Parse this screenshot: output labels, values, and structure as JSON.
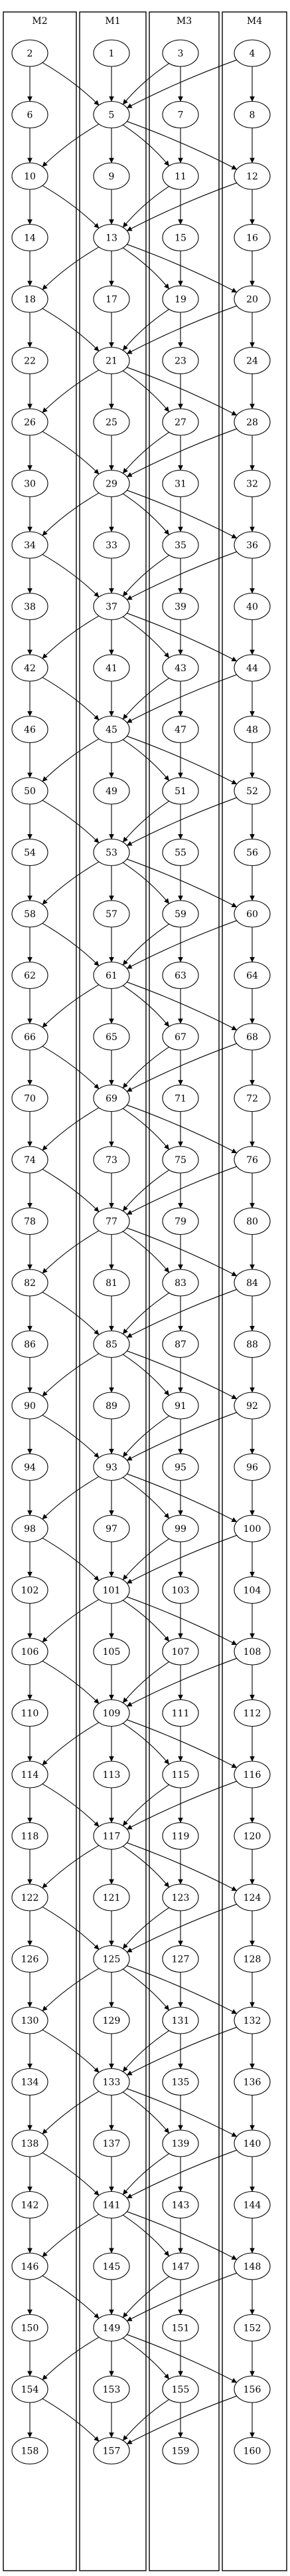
{
  "lanes": [
    {
      "id": "M2",
      "label": "M2"
    },
    {
      "id": "M1",
      "label": "M1"
    },
    {
      "id": "M3",
      "label": "M3"
    },
    {
      "id": "M4",
      "label": "M4"
    }
  ],
  "nodes": [
    {
      "id": 1,
      "lane": "M1"
    },
    {
      "id": 2,
      "lane": "M2"
    },
    {
      "id": 3,
      "lane": "M3"
    },
    {
      "id": 4,
      "lane": "M4"
    },
    {
      "id": 5,
      "lane": "M1"
    },
    {
      "id": 6,
      "lane": "M2"
    },
    {
      "id": 7,
      "lane": "M3"
    },
    {
      "id": 8,
      "lane": "M4"
    },
    {
      "id": 9,
      "lane": "M1"
    },
    {
      "id": 10,
      "lane": "M2"
    },
    {
      "id": 11,
      "lane": "M3"
    },
    {
      "id": 12,
      "lane": "M4"
    },
    {
      "id": 13,
      "lane": "M1"
    },
    {
      "id": 14,
      "lane": "M2"
    },
    {
      "id": 15,
      "lane": "M3"
    },
    {
      "id": 16,
      "lane": "M4"
    },
    {
      "id": 17,
      "lane": "M1"
    },
    {
      "id": 18,
      "lane": "M2"
    },
    {
      "id": 19,
      "lane": "M3"
    },
    {
      "id": 20,
      "lane": "M4"
    },
    {
      "id": 21,
      "lane": "M1"
    },
    {
      "id": 22,
      "lane": "M2"
    },
    {
      "id": 23,
      "lane": "M3"
    },
    {
      "id": 24,
      "lane": "M4"
    },
    {
      "id": 25,
      "lane": "M1"
    },
    {
      "id": 26,
      "lane": "M2"
    },
    {
      "id": 27,
      "lane": "M3"
    },
    {
      "id": 28,
      "lane": "M4"
    },
    {
      "id": 29,
      "lane": "M1"
    },
    {
      "id": 30,
      "lane": "M2"
    },
    {
      "id": 31,
      "lane": "M3"
    },
    {
      "id": 32,
      "lane": "M4"
    },
    {
      "id": 33,
      "lane": "M1"
    },
    {
      "id": 34,
      "lane": "M2"
    },
    {
      "id": 35,
      "lane": "M3"
    },
    {
      "id": 36,
      "lane": "M4"
    },
    {
      "id": 37,
      "lane": "M1"
    },
    {
      "id": 38,
      "lane": "M2"
    },
    {
      "id": 39,
      "lane": "M3"
    },
    {
      "id": 40,
      "lane": "M4"
    },
    {
      "id": 41,
      "lane": "M1"
    },
    {
      "id": 42,
      "lane": "M2"
    },
    {
      "id": 43,
      "lane": "M3"
    },
    {
      "id": 44,
      "lane": "M4"
    },
    {
      "id": 45,
      "lane": "M1"
    },
    {
      "id": 46,
      "lane": "M2"
    },
    {
      "id": 47,
      "lane": "M3"
    },
    {
      "id": 48,
      "lane": "M4"
    },
    {
      "id": 49,
      "lane": "M1"
    },
    {
      "id": 50,
      "lane": "M2"
    },
    {
      "id": 51,
      "lane": "M3"
    },
    {
      "id": 52,
      "lane": "M4"
    },
    {
      "id": 53,
      "lane": "M1"
    },
    {
      "id": 54,
      "lane": "M2"
    },
    {
      "id": 55,
      "lane": "M3"
    },
    {
      "id": 56,
      "lane": "M4"
    },
    {
      "id": 57,
      "lane": "M1"
    },
    {
      "id": 58,
      "lane": "M2"
    },
    {
      "id": 59,
      "lane": "M3"
    },
    {
      "id": 60,
      "lane": "M4"
    },
    {
      "id": 61,
      "lane": "M1"
    },
    {
      "id": 62,
      "lane": "M2"
    },
    {
      "id": 63,
      "lane": "M3"
    },
    {
      "id": 64,
      "lane": "M4"
    },
    {
      "id": 65,
      "lane": "M1"
    },
    {
      "id": 66,
      "lane": "M2"
    },
    {
      "id": 67,
      "lane": "M3"
    },
    {
      "id": 68,
      "lane": "M4"
    },
    {
      "id": 69,
      "lane": "M1"
    },
    {
      "id": 70,
      "lane": "M2"
    },
    {
      "id": 71,
      "lane": "M3"
    },
    {
      "id": 72,
      "lane": "M4"
    },
    {
      "id": 73,
      "lane": "M1"
    },
    {
      "id": 74,
      "lane": "M2"
    },
    {
      "id": 75,
      "lane": "M3"
    },
    {
      "id": 76,
      "lane": "M4"
    },
    {
      "id": 77,
      "lane": "M1"
    },
    {
      "id": 78,
      "lane": "M2"
    },
    {
      "id": 79,
      "lane": "M3"
    },
    {
      "id": 80,
      "lane": "M4"
    },
    {
      "id": 81,
      "lane": "M1"
    },
    {
      "id": 82,
      "lane": "M2"
    },
    {
      "id": 83,
      "lane": "M3"
    },
    {
      "id": 84,
      "lane": "M4"
    },
    {
      "id": 85,
      "lane": "M1"
    },
    {
      "id": 86,
      "lane": "M2"
    },
    {
      "id": 87,
      "lane": "M3"
    },
    {
      "id": 88,
      "lane": "M4"
    },
    {
      "id": 89,
      "lane": "M1"
    },
    {
      "id": 90,
      "lane": "M2"
    },
    {
      "id": 91,
      "lane": "M3"
    },
    {
      "id": 92,
      "lane": "M4"
    },
    {
      "id": 93,
      "lane": "M1"
    },
    {
      "id": 94,
      "lane": "M2"
    },
    {
      "id": 95,
      "lane": "M3"
    },
    {
      "id": 96,
      "lane": "M4"
    },
    {
      "id": 97,
      "lane": "M1"
    },
    {
      "id": 98,
      "lane": "M2"
    },
    {
      "id": 99,
      "lane": "M3"
    },
    {
      "id": 100,
      "lane": "M4"
    },
    {
      "id": 101,
      "lane": "M1"
    },
    {
      "id": 102,
      "lane": "M2"
    },
    {
      "id": 103,
      "lane": "M3"
    },
    {
      "id": 104,
      "lane": "M4"
    },
    {
      "id": 105,
      "lane": "M1"
    },
    {
      "id": 106,
      "lane": "M2"
    },
    {
      "id": 107,
      "lane": "M3"
    },
    {
      "id": 108,
      "lane": "M4"
    },
    {
      "id": 109,
      "lane": "M1"
    },
    {
      "id": 110,
      "lane": "M2"
    },
    {
      "id": 111,
      "lane": "M3"
    },
    {
      "id": 112,
      "lane": "M4"
    },
    {
      "id": 113,
      "lane": "M1"
    },
    {
      "id": 114,
      "lane": "M2"
    },
    {
      "id": 115,
      "lane": "M3"
    },
    {
      "id": 116,
      "lane": "M4"
    },
    {
      "id": 117,
      "lane": "M1"
    },
    {
      "id": 118,
      "lane": "M2"
    },
    {
      "id": 119,
      "lane": "M3"
    },
    {
      "id": 120,
      "lane": "M4"
    },
    {
      "id": 121,
      "lane": "M1"
    },
    {
      "id": 122,
      "lane": "M2"
    },
    {
      "id": 123,
      "lane": "M3"
    },
    {
      "id": 124,
      "lane": "M4"
    },
    {
      "id": 125,
      "lane": "M1"
    },
    {
      "id": 126,
      "lane": "M2"
    },
    {
      "id": 127,
      "lane": "M3"
    },
    {
      "id": 128,
      "lane": "M4"
    },
    {
      "id": 129,
      "lane": "M1"
    },
    {
      "id": 130,
      "lane": "M2"
    },
    {
      "id": 131,
      "lane": "M3"
    },
    {
      "id": 132,
      "lane": "M4"
    },
    {
      "id": 133,
      "lane": "M1"
    },
    {
      "id": 134,
      "lane": "M2"
    },
    {
      "id": 135,
      "lane": "M3"
    },
    {
      "id": 136,
      "lane": "M4"
    },
    {
      "id": 137,
      "lane": "M1"
    },
    {
      "id": 138,
      "lane": "M2"
    },
    {
      "id": 139,
      "lane": "M3"
    },
    {
      "id": 140,
      "lane": "M4"
    },
    {
      "id": 141,
      "lane": "M1"
    },
    {
      "id": 142,
      "lane": "M2"
    },
    {
      "id": 143,
      "lane": "M3"
    },
    {
      "id": 144,
      "lane": "M4"
    },
    {
      "id": 145,
      "lane": "M1"
    },
    {
      "id": 146,
      "lane": "M2"
    },
    {
      "id": 147,
      "lane": "M3"
    },
    {
      "id": 148,
      "lane": "M4"
    },
    {
      "id": 149,
      "lane": "M1"
    },
    {
      "id": 150,
      "lane": "M2"
    },
    {
      "id": 151,
      "lane": "M3"
    },
    {
      "id": 152,
      "lane": "M4"
    },
    {
      "id": 153,
      "lane": "M1"
    },
    {
      "id": 154,
      "lane": "M2"
    },
    {
      "id": 155,
      "lane": "M3"
    },
    {
      "id": 156,
      "lane": "M4"
    },
    {
      "id": 157,
      "lane": "M1"
    },
    {
      "id": 158,
      "lane": "M2"
    },
    {
      "id": 159,
      "lane": "M3"
    },
    {
      "id": 160,
      "lane": "M4"
    }
  ],
  "edges": [
    [
      1,
      5
    ],
    [
      2,
      6
    ],
    [
      2,
      5
    ],
    [
      3,
      7
    ],
    [
      3,
      5
    ],
    [
      4,
      8
    ],
    [
      4,
      5
    ],
    [
      5,
      9
    ],
    [
      5,
      10
    ],
    [
      5,
      11
    ],
    [
      5,
      12
    ],
    [
      6,
      10
    ],
    [
      7,
      11
    ],
    [
      8,
      12
    ],
    [
      9,
      13
    ],
    [
      10,
      14
    ],
    [
      10,
      13
    ],
    [
      11,
      15
    ],
    [
      11,
      13
    ],
    [
      12,
      16
    ],
    [
      12,
      13
    ],
    [
      13,
      17
    ],
    [
      13,
      18
    ],
    [
      13,
      19
    ],
    [
      13,
      20
    ],
    [
      14,
      18
    ],
    [
      15,
      19
    ],
    [
      16,
      20
    ],
    [
      17,
      21
    ],
    [
      18,
      22
    ],
    [
      18,
      21
    ],
    [
      19,
      23
    ],
    [
      19,
      21
    ],
    [
      20,
      24
    ],
    [
      20,
      21
    ],
    [
      21,
      25
    ],
    [
      21,
      26
    ],
    [
      21,
      27
    ],
    [
      21,
      28
    ],
    [
      22,
      26
    ],
    [
      23,
      27
    ],
    [
      24,
      28
    ],
    [
      25,
      29
    ],
    [
      26,
      30
    ],
    [
      26,
      29
    ],
    [
      27,
      31
    ],
    [
      27,
      29
    ],
    [
      28,
      32
    ],
    [
      28,
      29
    ],
    [
      29,
      33
    ],
    [
      29,
      34
    ],
    [
      29,
      35
    ],
    [
      29,
      36
    ],
    [
      30,
      34
    ],
    [
      31,
      35
    ],
    [
      32,
      36
    ],
    [
      33,
      37
    ],
    [
      34,
      38
    ],
    [
      34,
      37
    ],
    [
      35,
      39
    ],
    [
      35,
      37
    ],
    [
      36,
      40
    ],
    [
      36,
      37
    ],
    [
      37,
      41
    ],
    [
      37,
      42
    ],
    [
      37,
      43
    ],
    [
      37,
      44
    ],
    [
      38,
      42
    ],
    [
      39,
      43
    ],
    [
      40,
      44
    ],
    [
      41,
      45
    ],
    [
      42,
      46
    ],
    [
      42,
      45
    ],
    [
      43,
      47
    ],
    [
      43,
      45
    ],
    [
      44,
      48
    ],
    [
      44,
      45
    ],
    [
      45,
      49
    ],
    [
      45,
      50
    ],
    [
      45,
      51
    ],
    [
      45,
      52
    ],
    [
      46,
      50
    ],
    [
      47,
      51
    ],
    [
      48,
      52
    ],
    [
      49,
      53
    ],
    [
      50,
      54
    ],
    [
      50,
      53
    ],
    [
      51,
      55
    ],
    [
      51,
      53
    ],
    [
      52,
      56
    ],
    [
      52,
      53
    ],
    [
      53,
      57
    ],
    [
      53,
      58
    ],
    [
      53,
      59
    ],
    [
      53,
      60
    ],
    [
      54,
      58
    ],
    [
      55,
      59
    ],
    [
      56,
      60
    ],
    [
      57,
      61
    ],
    [
      58,
      62
    ],
    [
      58,
      61
    ],
    [
      59,
      63
    ],
    [
      59,
      61
    ],
    [
      60,
      64
    ],
    [
      60,
      61
    ],
    [
      61,
      65
    ],
    [
      61,
      66
    ],
    [
      61,
      67
    ],
    [
      61,
      68
    ],
    [
      62,
      66
    ],
    [
      63,
      67
    ],
    [
      64,
      68
    ],
    [
      65,
      69
    ],
    [
      66,
      70
    ],
    [
      66,
      69
    ],
    [
      67,
      71
    ],
    [
      67,
      69
    ],
    [
      68,
      72
    ],
    [
      68,
      69
    ],
    [
      69,
      73
    ],
    [
      69,
      74
    ],
    [
      69,
      75
    ],
    [
      69,
      76
    ],
    [
      70,
      74
    ],
    [
      71,
      75
    ],
    [
      72,
      76
    ],
    [
      73,
      77
    ],
    [
      74,
      78
    ],
    [
      74,
      77
    ],
    [
      75,
      79
    ],
    [
      75,
      77
    ],
    [
      76,
      80
    ],
    [
      76,
      77
    ],
    [
      77,
      81
    ],
    [
      77,
      82
    ],
    [
      77,
      83
    ],
    [
      77,
      84
    ],
    [
      78,
      82
    ],
    [
      79,
      83
    ],
    [
      80,
      84
    ],
    [
      81,
      85
    ],
    [
      82,
      86
    ],
    [
      82,
      85
    ],
    [
      83,
      87
    ],
    [
      83,
      85
    ],
    [
      84,
      88
    ],
    [
      84,
      85
    ],
    [
      85,
      89
    ],
    [
      85,
      90
    ],
    [
      85,
      91
    ],
    [
      85,
      92
    ],
    [
      86,
      90
    ],
    [
      87,
      91
    ],
    [
      88,
      92
    ],
    [
      89,
      93
    ],
    [
      90,
      94
    ],
    [
      90,
      93
    ],
    [
      91,
      95
    ],
    [
      91,
      93
    ],
    [
      92,
      96
    ],
    [
      92,
      93
    ],
    [
      93,
      97
    ],
    [
      93,
      98
    ],
    [
      93,
      99
    ],
    [
      93,
      100
    ],
    [
      94,
      98
    ],
    [
      95,
      99
    ],
    [
      96,
      100
    ],
    [
      97,
      101
    ],
    [
      98,
      102
    ],
    [
      98,
      101
    ],
    [
      99,
      103
    ],
    [
      99,
      101
    ],
    [
      100,
      104
    ],
    [
      100,
      101
    ],
    [
      101,
      105
    ],
    [
      101,
      106
    ],
    [
      101,
      107
    ],
    [
      101,
      108
    ],
    [
      102,
      106
    ],
    [
      103,
      107
    ],
    [
      104,
      108
    ],
    [
      105,
      109
    ],
    [
      106,
      110
    ],
    [
      106,
      109
    ],
    [
      107,
      111
    ],
    [
      107,
      109
    ],
    [
      108,
      112
    ],
    [
      108,
      109
    ],
    [
      109,
      113
    ],
    [
      109,
      114
    ],
    [
      109,
      115
    ],
    [
      109,
      116
    ],
    [
      110,
      114
    ],
    [
      111,
      115
    ],
    [
      112,
      116
    ],
    [
      113,
      117
    ],
    [
      114,
      118
    ],
    [
      114,
      117
    ],
    [
      115,
      119
    ],
    [
      115,
      117
    ],
    [
      116,
      120
    ],
    [
      116,
      117
    ],
    [
      117,
      121
    ],
    [
      117,
      122
    ],
    [
      117,
      123
    ],
    [
      117,
      124
    ],
    [
      118,
      122
    ],
    [
      119,
      123
    ],
    [
      120,
      124
    ],
    [
      121,
      125
    ],
    [
      122,
      126
    ],
    [
      122,
      125
    ],
    [
      123,
      127
    ],
    [
      123,
      125
    ],
    [
      124,
      128
    ],
    [
      124,
      125
    ],
    [
      125,
      129
    ],
    [
      125,
      130
    ],
    [
      125,
      131
    ],
    [
      125,
      132
    ],
    [
      126,
      130
    ],
    [
      127,
      131
    ],
    [
      128,
      132
    ],
    [
      129,
      133
    ],
    [
      130,
      134
    ],
    [
      130,
      133
    ],
    [
      131,
      135
    ],
    [
      131,
      133
    ],
    [
      132,
      136
    ],
    [
      132,
      133
    ],
    [
      133,
      137
    ],
    [
      133,
      138
    ],
    [
      133,
      139
    ],
    [
      133,
      140
    ],
    [
      134,
      138
    ],
    [
      135,
      139
    ],
    [
      136,
      140
    ],
    [
      137,
      141
    ],
    [
      138,
      142
    ],
    [
      138,
      141
    ],
    [
      139,
      143
    ],
    [
      139,
      141
    ],
    [
      140,
      144
    ],
    [
      140,
      141
    ],
    [
      141,
      145
    ],
    [
      141,
      146
    ],
    [
      141,
      147
    ],
    [
      141,
      148
    ],
    [
      142,
      146
    ],
    [
      143,
      147
    ],
    [
      144,
      148
    ],
    [
      145,
      149
    ],
    [
      146,
      150
    ],
    [
      146,
      149
    ],
    [
      147,
      151
    ],
    [
      147,
      149
    ],
    [
      148,
      152
    ],
    [
      148,
      149
    ],
    [
      149,
      153
    ],
    [
      149,
      154
    ],
    [
      149,
      155
    ],
    [
      149,
      156
    ],
    [
      150,
      154
    ],
    [
      151,
      155
    ],
    [
      152,
      156
    ],
    [
      153,
      157
    ],
    [
      154,
      158
    ],
    [
      154,
      157
    ],
    [
      155,
      159
    ],
    [
      155,
      157
    ],
    [
      156,
      160
    ],
    [
      156,
      157
    ]
  ]
}
